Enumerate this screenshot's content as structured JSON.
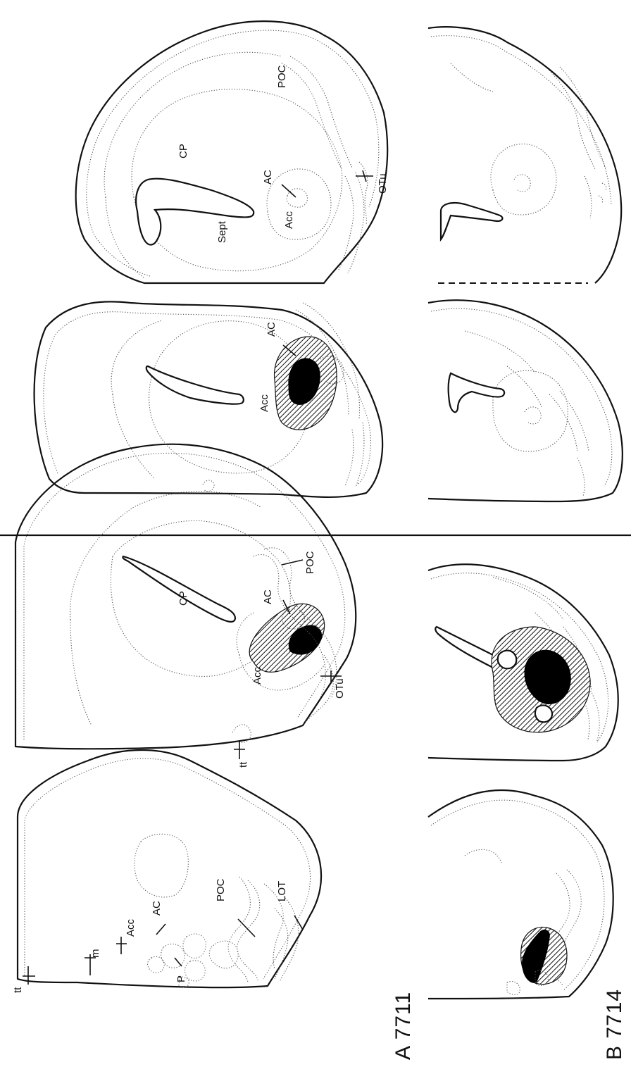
{
  "panels": {
    "a": {
      "label": "A 7711"
    },
    "b": {
      "label": "B 7714"
    }
  },
  "labels": {
    "a1": {
      "tt": "tt",
      "m": "m",
      "acc": "Acc",
      "ac": "AC",
      "p": "P",
      "poc": "POC",
      "lot": "LOT"
    },
    "a2": {
      "tt": "tt",
      "cp": "CP",
      "acc": "Acc",
      "ac": "AC",
      "otu": "OTu",
      "poc": "POC"
    },
    "a3": {
      "acc": "Acc",
      "ac": "AC"
    },
    "a4": {
      "sept": "Sept",
      "cp": "CP",
      "acc": "Acc",
      "ac": "AC",
      "poc": "POC",
      "otu": "OTu"
    }
  }
}
